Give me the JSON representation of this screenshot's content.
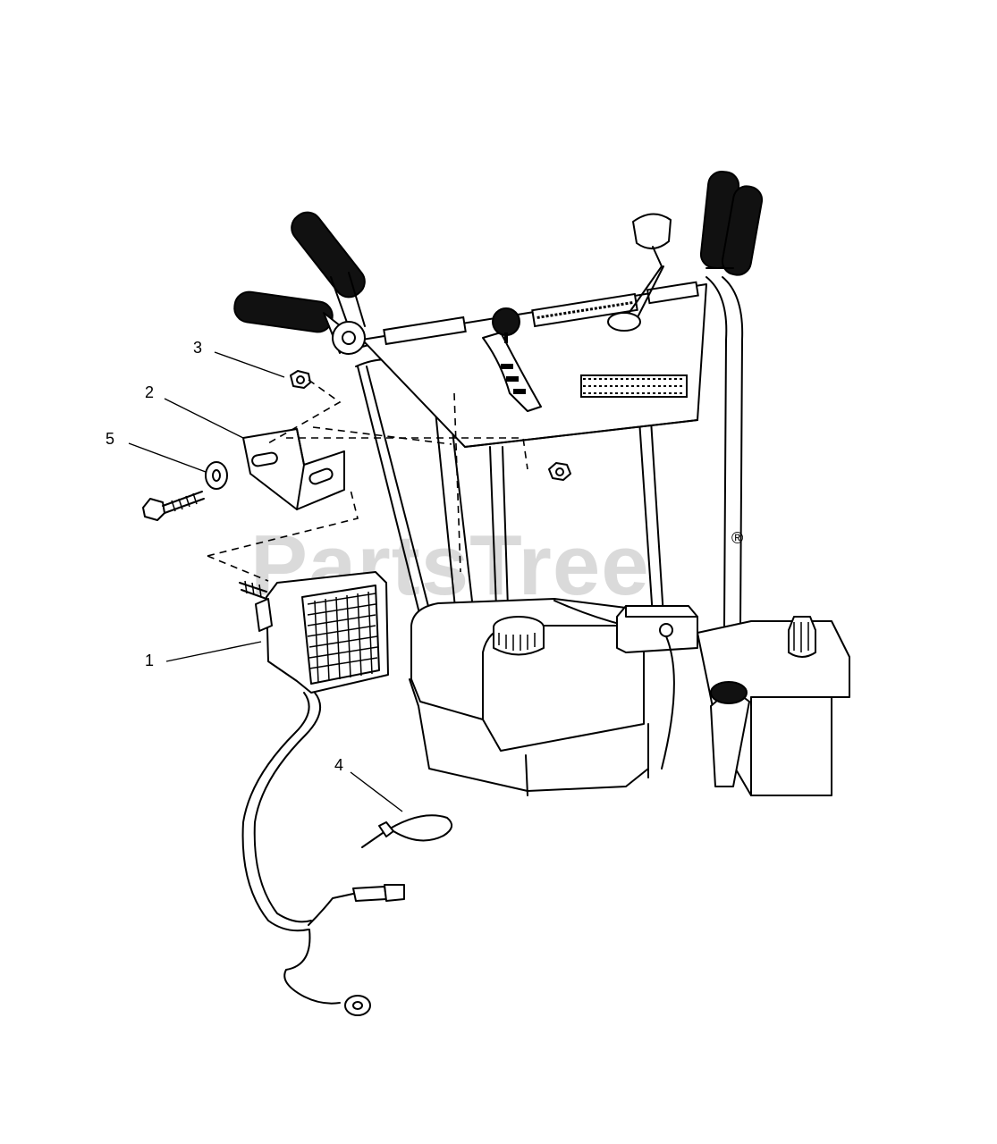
{
  "watermark": {
    "text": "PartsTree",
    "trademark": "®"
  },
  "callouts": [
    {
      "id": "1",
      "label": "1"
    },
    {
      "id": "2",
      "label": "2"
    },
    {
      "id": "3",
      "label": "3"
    },
    {
      "id": "4",
      "label": "4"
    },
    {
      "id": "5",
      "label": "5"
    }
  ],
  "colors": {
    "line": "#000000",
    "background": "#ffffff",
    "watermark": "#bdbdbd"
  }
}
